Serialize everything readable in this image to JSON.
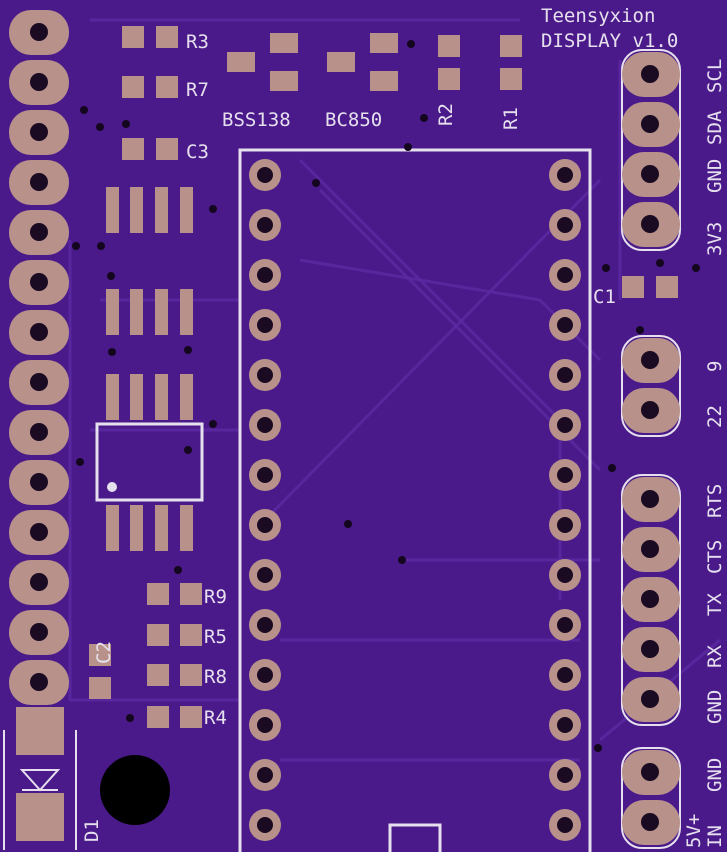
{
  "board": {
    "title_line1": "Teensyxion",
    "title_line2": "DISPLAY v1.0",
    "colors": {
      "substrate": "#4a1a8a",
      "copper_pad": "#b8928a",
      "silkscreen": "#e6e0ee",
      "hole": "#1a0a22"
    }
  },
  "components": {
    "r3": "R3",
    "r7": "R7",
    "c3": "C3",
    "bss138": "BSS138",
    "bc850": "BC850",
    "r2": "R2",
    "r1": "R1",
    "c1": "C1",
    "r9": "R9",
    "r5": "R5",
    "r8": "R8",
    "r4": "R4",
    "c2": "C2",
    "d1": "D1"
  },
  "right_header_labels": {
    "sda": "SDA",
    "scl": "SCL",
    "three_v3": "3V3",
    "gnd_top": "GND",
    "pin9": "9",
    "pin22": "22",
    "rts": "RTS",
    "cts": "CTS",
    "tx": "TX",
    "rx": "RX",
    "gnd_mid": "GND",
    "gnd_low": "GND",
    "in": "IN",
    "five_v": "5V+"
  }
}
